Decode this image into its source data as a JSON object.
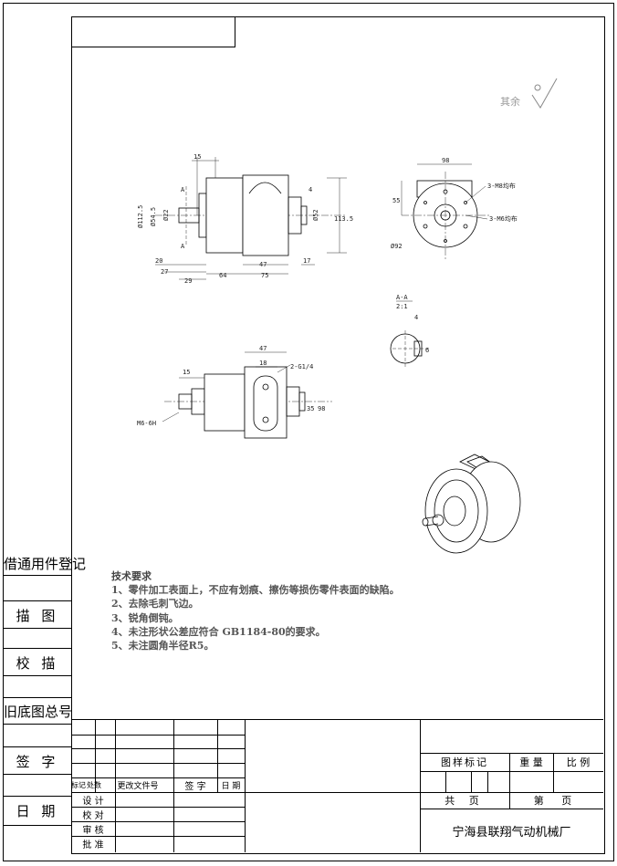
{
  "sidebar": {
    "borrow_register": "借通用件登记",
    "trace": "描 图",
    "check_trace": "校 描",
    "old_drawing_no": "旧底图总号",
    "signature": "签 字",
    "date": "日 期"
  },
  "surface": {
    "rest_label": "其余"
  },
  "drawing": {
    "side_view": {
      "d_112_5": "Ø112.5",
      "d_54_5": "Ø54.5",
      "d_22": "Ø22",
      "d_52": "Ø52",
      "h_113_5": "113.5",
      "w_15": "15",
      "w_4": "4",
      "w_20": "20",
      "w_27": "27",
      "w_29": "29",
      "w_64": "64",
      "w_47": "47",
      "w_75": "75",
      "w_17": "17",
      "section_a": "A"
    },
    "front_view": {
      "w_98": "98",
      "h_55": "55",
      "hole1": "3-M8均布",
      "hole2": "3-M6均布",
      "d_92": "Ø92"
    },
    "section": {
      "label": "A-A",
      "scale": "2:1",
      "w_4": "4",
      "h_6": "6"
    },
    "top_view": {
      "w_47": "47",
      "w_18": "18",
      "port": "2-G1/4",
      "w_15": "15",
      "thread": "M6-6H",
      "h_35": "35",
      "h_98": "98"
    }
  },
  "notes": {
    "title": "技术要求",
    "items": [
      "1、零件加工表面上，不应有划痕、擦伤等损伤零件表面的缺陷。",
      "2、去除毛刺飞边。",
      "3、锐角倒钝。",
      "4、未注形状公差应符合 GB1184-80的要求。",
      "5、未注圆角半径R5。"
    ]
  },
  "title_block": {
    "rev_headers": [
      "标记",
      "处数",
      "更改文件号",
      "签 字",
      "日 期"
    ],
    "roles": [
      "设 计",
      "校 对",
      "审 核",
      "批 准"
    ],
    "sample_mark": "图样标记",
    "weight": "重 量",
    "scale": "比 例",
    "total_sheets": "共 页",
    "sheet_no": "第 页",
    "company": "宁海县联翔气动机械厂"
  }
}
